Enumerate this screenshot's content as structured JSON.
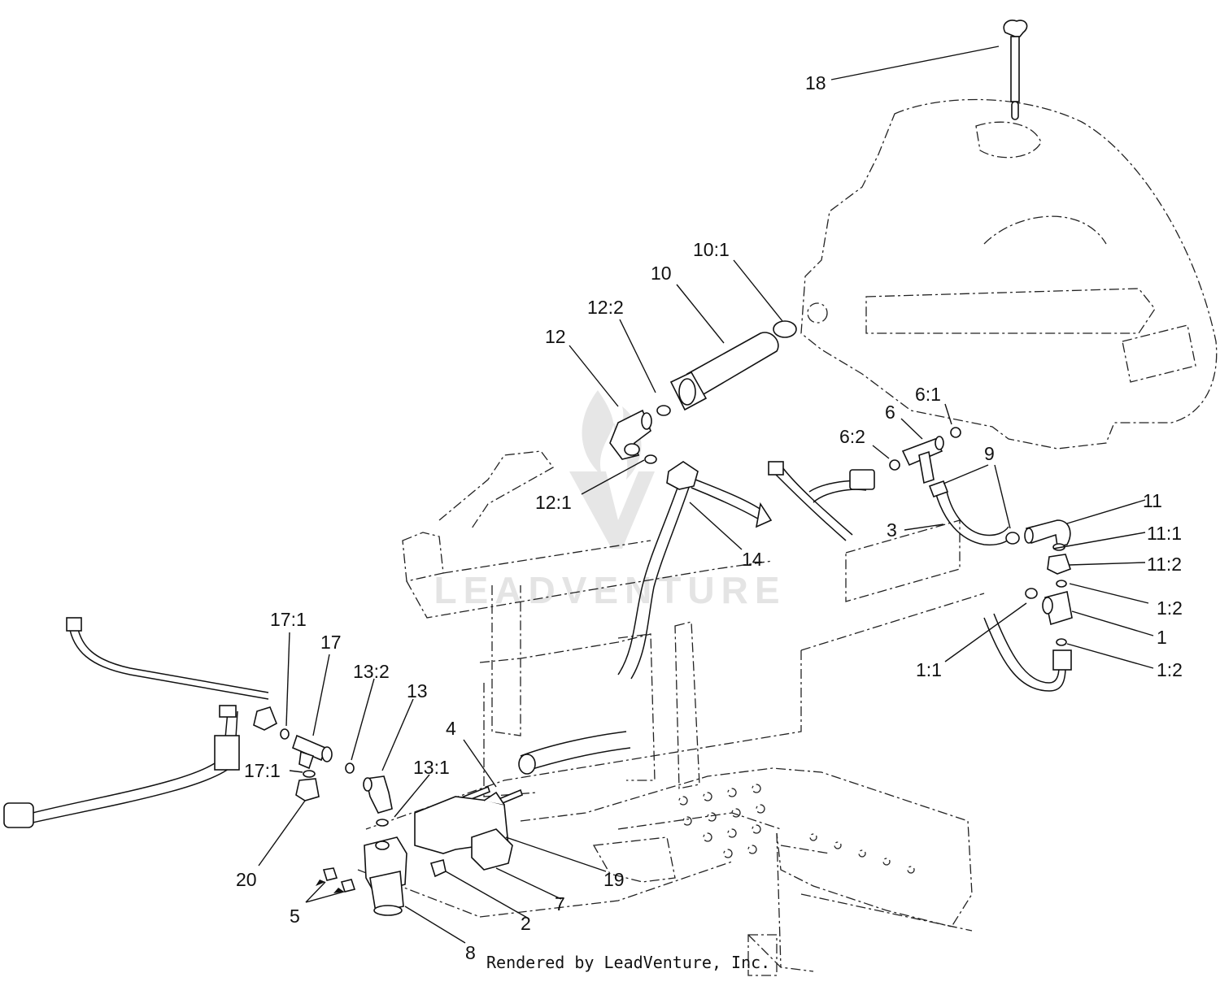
{
  "watermark": {
    "text": "LEADVENTURE"
  },
  "footer": {
    "credit": "Rendered by LeadVenture, Inc."
  },
  "callouts": [
    {
      "id": "18",
      "label": "18"
    },
    {
      "id": "10-1",
      "label": "10:1"
    },
    {
      "id": "10",
      "label": "10"
    },
    {
      "id": "12-2",
      "label": "12:2"
    },
    {
      "id": "12",
      "label": "12"
    },
    {
      "id": "12-1",
      "label": "12:1"
    },
    {
      "id": "14",
      "label": "14"
    },
    {
      "id": "6-1",
      "label": "6:1"
    },
    {
      "id": "6",
      "label": "6"
    },
    {
      "id": "6-2",
      "label": "6:2"
    },
    {
      "id": "9",
      "label": "9"
    },
    {
      "id": "3",
      "label": "3"
    },
    {
      "id": "11",
      "label": "11"
    },
    {
      "id": "11-1",
      "label": "11:1"
    },
    {
      "id": "11-2",
      "label": "11:2"
    },
    {
      "id": "1-2a",
      "label": "1:2"
    },
    {
      "id": "1",
      "label": "1"
    },
    {
      "id": "1-1",
      "label": "1:1"
    },
    {
      "id": "1-2b",
      "label": "1:2"
    },
    {
      "id": "17-1a",
      "label": "17:1"
    },
    {
      "id": "17",
      "label": "17"
    },
    {
      "id": "13-2",
      "label": "13:2"
    },
    {
      "id": "13",
      "label": "13"
    },
    {
      "id": "17-1b",
      "label": "17:1"
    },
    {
      "id": "4",
      "label": "4"
    },
    {
      "id": "13-1",
      "label": "13:1"
    },
    {
      "id": "20",
      "label": "20"
    },
    {
      "id": "19",
      "label": "19"
    },
    {
      "id": "7",
      "label": "7"
    },
    {
      "id": "5",
      "label": "5"
    },
    {
      "id": "2",
      "label": "2"
    },
    {
      "id": "8",
      "label": "8"
    }
  ]
}
